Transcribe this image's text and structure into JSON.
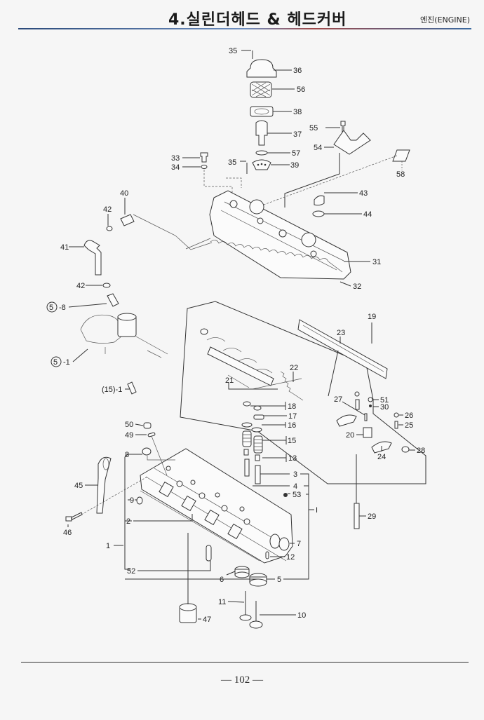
{
  "header": {
    "title": "4.실린더헤드 & 헤드커버",
    "section": "엔진(ENGINE)"
  },
  "footer": {
    "page_number": "— 102 —"
  },
  "diagram": {
    "subject": "Cylinder head & head cover exploded view",
    "callouts": [
      {
        "id": "35a",
        "text": "35"
      },
      {
        "id": "36",
        "text": "36"
      },
      {
        "id": "56",
        "text": "56"
      },
      {
        "id": "38",
        "text": "38"
      },
      {
        "id": "37",
        "text": "37"
      },
      {
        "id": "57",
        "text": "57"
      },
      {
        "id": "35b",
        "text": "35"
      },
      {
        "id": "39",
        "text": "39"
      },
      {
        "id": "33",
        "text": "33"
      },
      {
        "id": "34",
        "text": "34"
      },
      {
        "id": "55",
        "text": "55"
      },
      {
        "id": "54",
        "text": "54"
      },
      {
        "id": "58",
        "text": "58"
      },
      {
        "id": "43",
        "text": "43"
      },
      {
        "id": "44",
        "text": "44"
      },
      {
        "id": "40",
        "text": "40"
      },
      {
        "id": "42a",
        "text": "42"
      },
      {
        "id": "41",
        "text": "41"
      },
      {
        "id": "42b",
        "text": "42"
      },
      {
        "id": "31",
        "text": "31"
      },
      {
        "id": "32",
        "text": "32"
      },
      {
        "id": "5-8",
        "text": "5",
        "suffix": "-8"
      },
      {
        "id": "5-1",
        "text": "5",
        "suffix": "-1"
      },
      {
        "id": "15-1",
        "text": "(15)-1"
      },
      {
        "id": "19",
        "text": "19"
      },
      {
        "id": "23",
        "text": "23"
      },
      {
        "id": "22",
        "text": "22"
      },
      {
        "id": "21",
        "text": "21"
      },
      {
        "id": "27",
        "text": "27"
      },
      {
        "id": "51",
        "text": "51"
      },
      {
        "id": "30",
        "text": "30"
      },
      {
        "id": "26",
        "text": "26"
      },
      {
        "id": "25",
        "text": "25"
      },
      {
        "id": "20",
        "text": "20"
      },
      {
        "id": "24",
        "text": "24"
      },
      {
        "id": "28",
        "text": "28"
      },
      {
        "id": "18",
        "text": "18"
      },
      {
        "id": "17",
        "text": "17"
      },
      {
        "id": "16",
        "text": "16"
      },
      {
        "id": "15",
        "text": "15"
      },
      {
        "id": "13",
        "text": "13"
      },
      {
        "id": "3",
        "text": "3"
      },
      {
        "id": "4",
        "text": "4"
      },
      {
        "id": "53",
        "text": "53"
      },
      {
        "id": "I",
        "text": "I"
      },
      {
        "id": "29",
        "text": "29"
      },
      {
        "id": "50",
        "text": "50"
      },
      {
        "id": "49",
        "text": "49"
      },
      {
        "id": "8",
        "text": "8"
      },
      {
        "id": "45",
        "text": "45"
      },
      {
        "id": "9",
        "text": "9"
      },
      {
        "id": "46",
        "text": "46"
      },
      {
        "id": "2",
        "text": "2"
      },
      {
        "id": "1",
        "text": "1"
      },
      {
        "id": "7",
        "text": "7"
      },
      {
        "id": "12",
        "text": "12"
      },
      {
        "id": "52",
        "text": "52"
      },
      {
        "id": "6",
        "text": "6"
      },
      {
        "id": "5",
        "text": "5"
      },
      {
        "id": "11",
        "text": "11"
      },
      {
        "id": "10",
        "text": "10"
      },
      {
        "id": "47",
        "text": "47"
      }
    ]
  }
}
